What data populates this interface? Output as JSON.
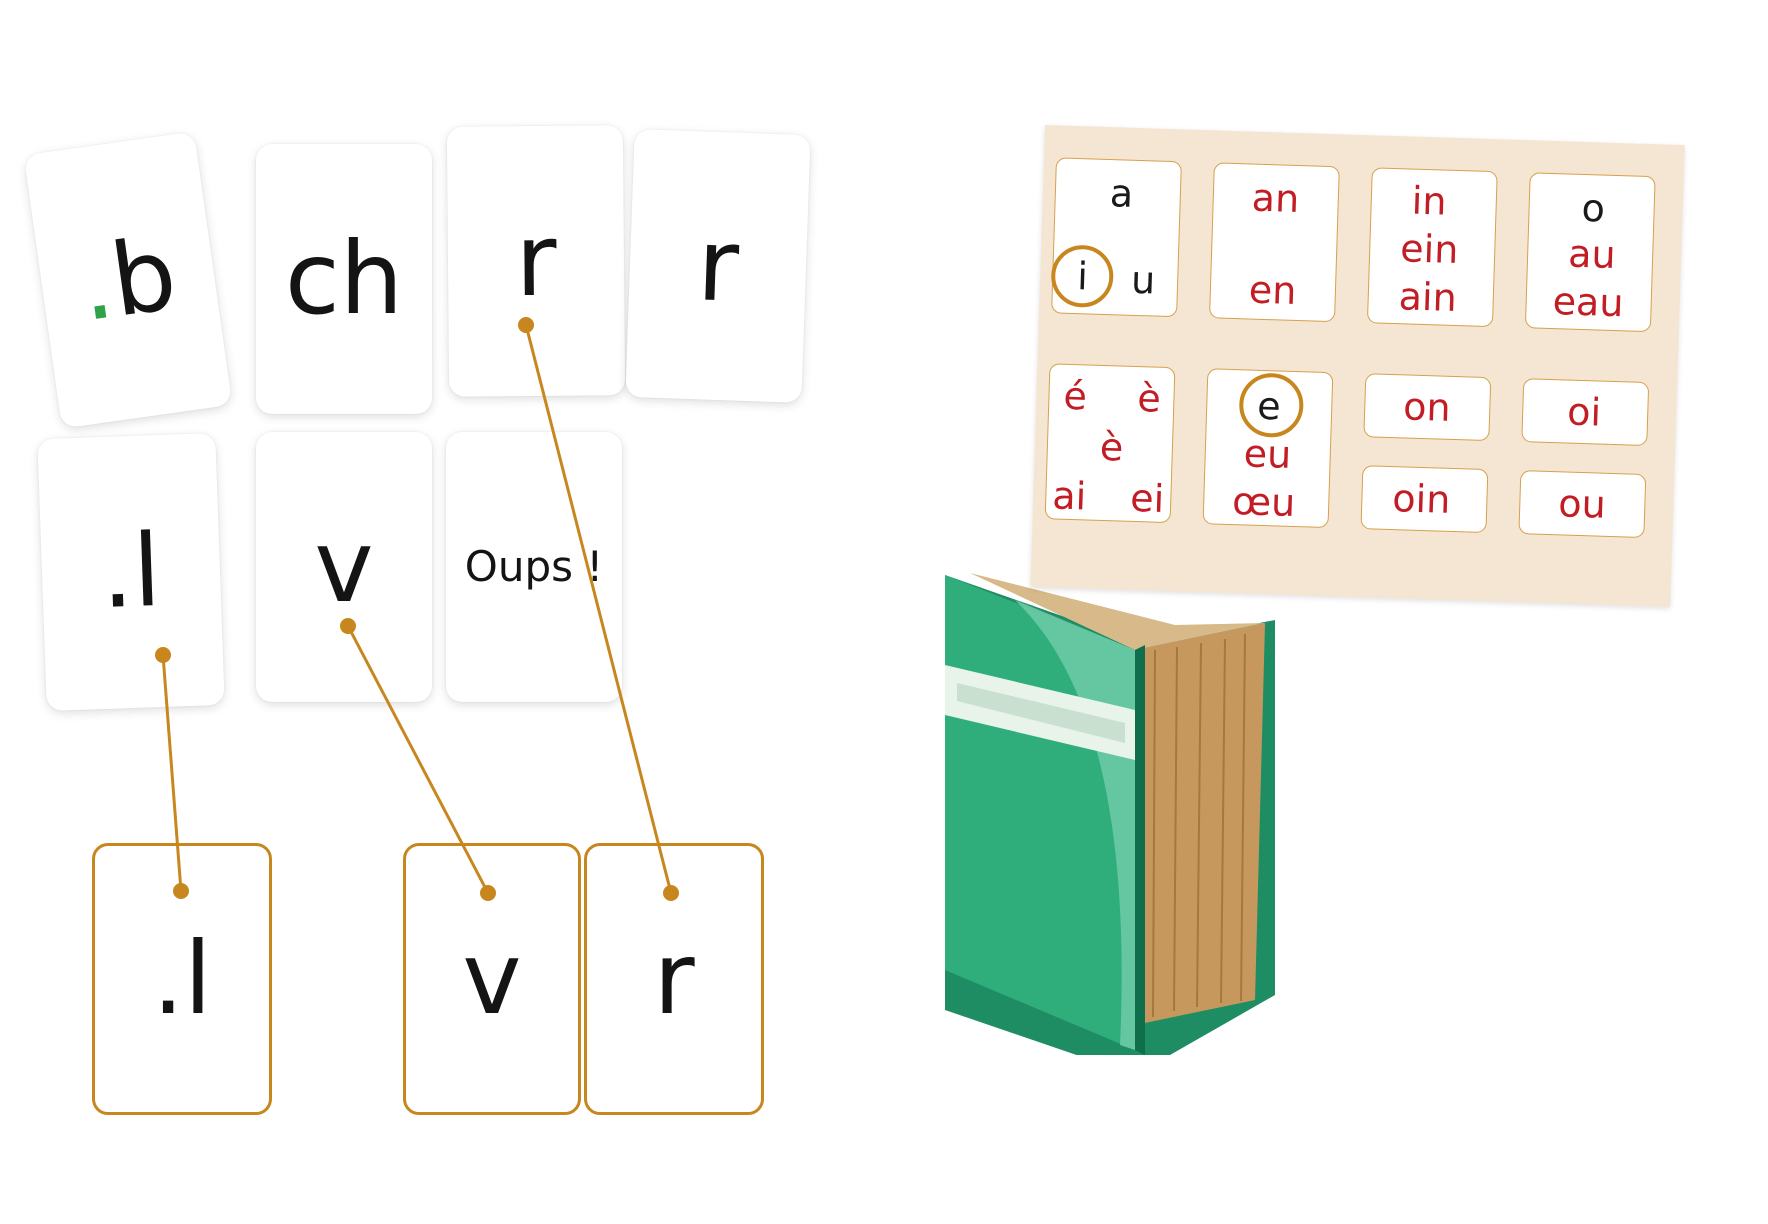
{
  "cards_top": [
    {
      "text": ".b",
      "dot_color": "#2fa24a"
    },
    {
      "text": "ch"
    },
    {
      "text": "r"
    },
    {
      "text": "r"
    }
  ],
  "cards_mid": [
    {
      "text": ".l"
    },
    {
      "text": "v"
    },
    {
      "text": "Oups !"
    }
  ],
  "slots": [
    {
      "text": ".l"
    },
    {
      "text": "v"
    },
    {
      "text": "r"
    }
  ],
  "board": {
    "tiles": [
      {
        "lines": [
          "a",
          "i",
          "u"
        ]
      },
      {
        "lines": [
          "an",
          "en"
        ]
      },
      {
        "lines": [
          "in",
          "ein",
          "ain"
        ]
      },
      {
        "lines": [
          "o",
          "au",
          "eau"
        ]
      },
      {
        "lines": [
          "é",
          "è",
          "è",
          "ai",
          "ei"
        ]
      },
      {
        "lines": [
          "e",
          "eu",
          "œu"
        ]
      },
      {
        "lines": [
          "on"
        ]
      },
      {
        "lines": [
          "oi"
        ]
      },
      {
        "lines": [
          "oin"
        ]
      },
      {
        "lines": [
          "ou"
        ]
      }
    ],
    "accent_color": "#c21c24",
    "highlight_color": "#c8871e"
  },
  "book_icon": "green-book-icon",
  "link_color": "#c8871e"
}
